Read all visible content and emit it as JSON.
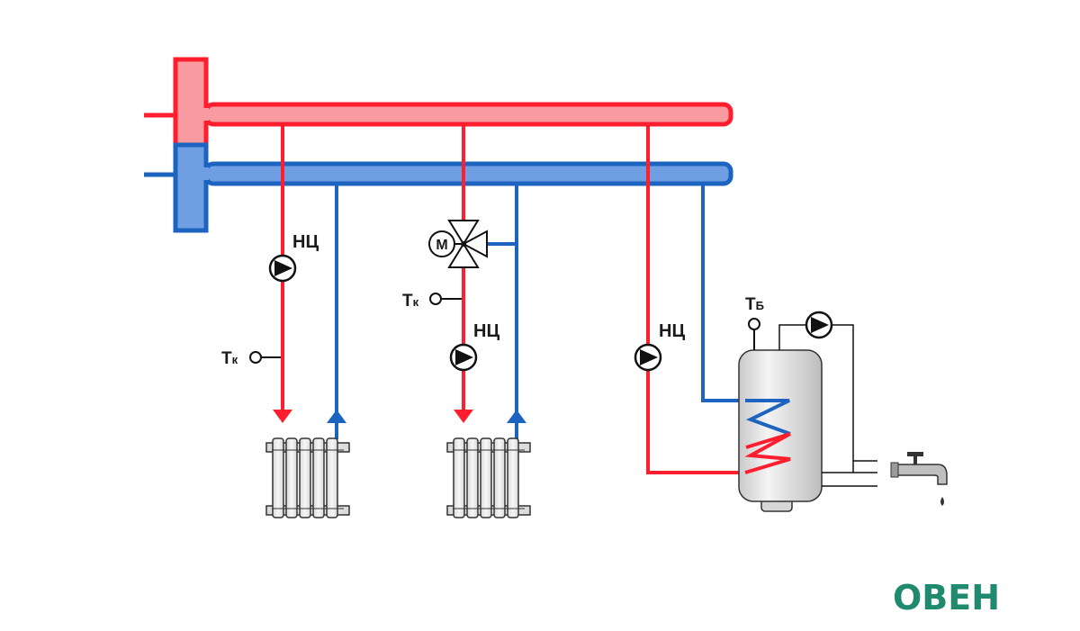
{
  "labels": {
    "pump_main": "НЦ",
    "temp_sensor_main": "Т",
    "temp_sensor_sub": "к",
    "tank_sensor_main": "Т",
    "tank_sensor_sub": "Б",
    "motor": "М"
  },
  "logo": {
    "text": "ОВЕН"
  },
  "colors": {
    "hot": "#ff1e2d",
    "hot_fill": "#f99aa0",
    "cold": "#1d64c0",
    "cold_fill": "#6f9ee3",
    "outline": "#333333",
    "logo": "#1f8a6e"
  }
}
